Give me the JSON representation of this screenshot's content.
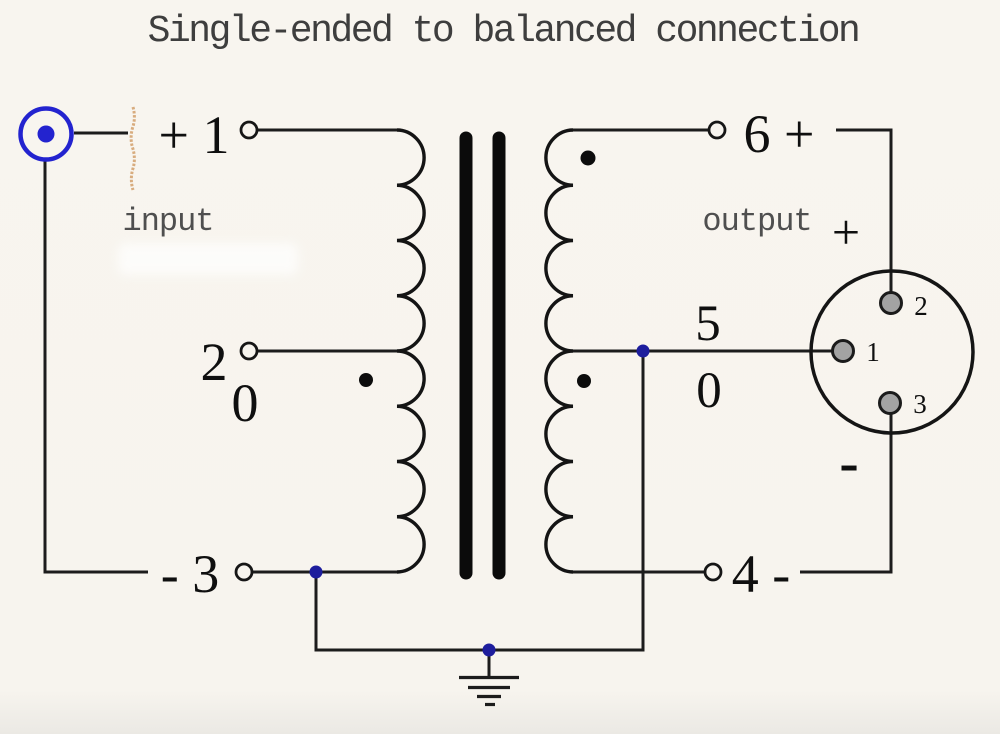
{
  "title": "Single-ended to balanced connection",
  "input_side": {
    "label": "input",
    "terminal_plus": "+ 1",
    "terminal_tap": "2",
    "tap_value": "0",
    "terminal_minus": "- 3"
  },
  "output_side": {
    "label": "output",
    "terminal_plus": "6 +",
    "terminal_tap": "5",
    "tap_value": "0",
    "terminal_minus": "4 -",
    "polarity_plus": "+",
    "polarity_minus": "-"
  },
  "xlr_connector": {
    "pin_1": "1",
    "pin_2": "2",
    "pin_3": "3"
  },
  "symbols": {
    "rca_connector": "rca-jack-icon",
    "transformer": "transformer-coils-icon",
    "ground": "earth-ground-icon",
    "polarity_dot": "phase-dot-icon"
  },
  "colors": {
    "background": "#f7f4ee",
    "line": "#1c1c1c",
    "rca_blue": "#2323cf",
    "junction_blue": "#1d1d9d",
    "red": "#e03030",
    "gray_text": "#4f4f4f",
    "pin_fill": "#a3a3a3",
    "tan_mark": "#d8ac7e"
  }
}
